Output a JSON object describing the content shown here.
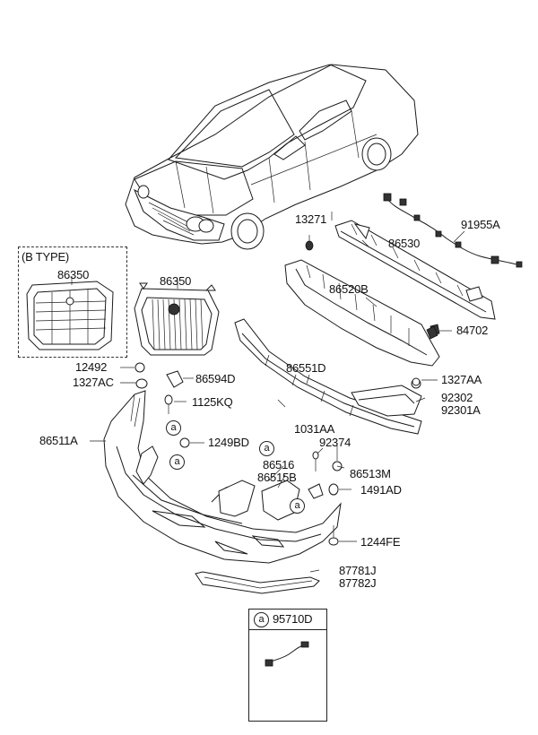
{
  "btype_title": "(B TYPE)",
  "callout_letter": "a",
  "legend_part": "95710D",
  "labels": {
    "p86350_btype": "86350",
    "p86350": "86350",
    "p13271": "13271",
    "p91955A": "91955A",
    "p86530": "86530",
    "p86520B": "86520B",
    "p84702": "84702",
    "p12492": "12492",
    "p86594D": "86594D",
    "p1327AC": "1327AC",
    "p1125KQ": "1125KQ",
    "p86551D": "86551D",
    "p1327AA": "1327AA",
    "p92302": "92302",
    "p92301A": "92301A",
    "p86511A": "86511A",
    "p1031AA": "1031AA",
    "p92374": "92374",
    "p1249BD": "1249BD",
    "p86516": "86516",
    "p86515B": "86515B",
    "p86513M": "86513M",
    "p1491AD": "1491AD",
    "p1244FE": "1244FE",
    "p87781J": "87781J",
    "p87782J": "87782J"
  }
}
